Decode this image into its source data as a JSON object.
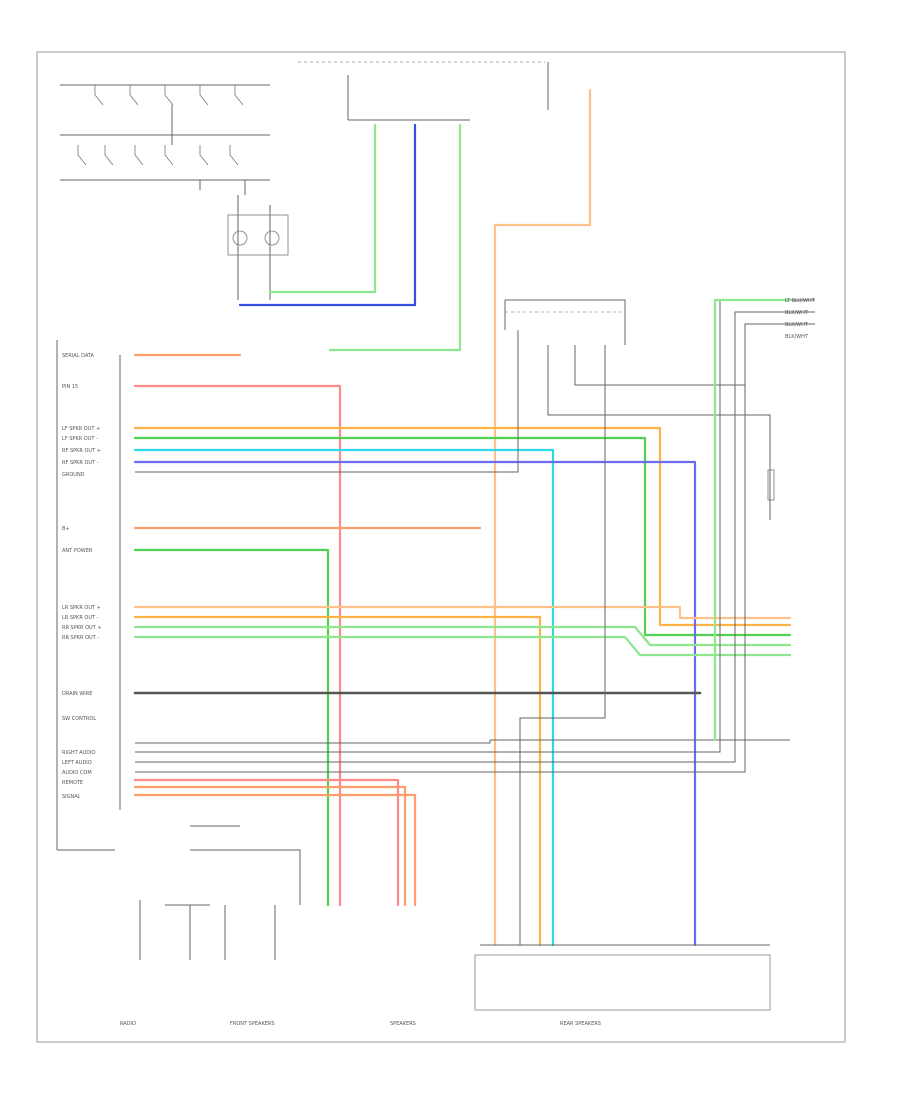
{
  "diagram": {
    "connector_pin_labels": [
      "SERIAL DATA",
      "PIN 15",
      "LF SPKR OUT +",
      "LF SPKR OUT -",
      "RF SPKR OUT +",
      "RF SPKR OUT -",
      "GROUND",
      "B+",
      "ANT POWER",
      "LR SPKR OUT +",
      "LR SPKR OUT -",
      "RR SPKR OUT +",
      "RR SPKR OUT -",
      "DRAIN WIRE",
      "SW CONTROL",
      "RIGHT AUDIO",
      "LEFT AUDIO",
      "AUDIO COM",
      "REMOTE",
      "SIGNAL"
    ],
    "right_wire_labels": [
      "LT BLU/WHT",
      "BLK/WHT",
      "BLK/WHT",
      "BLK/WHT"
    ],
    "bottom_components": [
      "RADIO",
      "FRONT SPEAKERS",
      "SPEAKERS",
      "REAR SPEAKERS"
    ],
    "colors": {
      "orange": "#ffb347",
      "green": "#4fd14f",
      "light_green": "#8ee68e",
      "blue": "#3a4fe0",
      "slate_blue": "#6c6cf0",
      "cyan": "#2fd8e8",
      "pink": "#ff8a8a",
      "salmon": "#ff9d6b",
      "dark": "#555555",
      "gray": "#888888",
      "peach": "#ffc08a"
    }
  }
}
